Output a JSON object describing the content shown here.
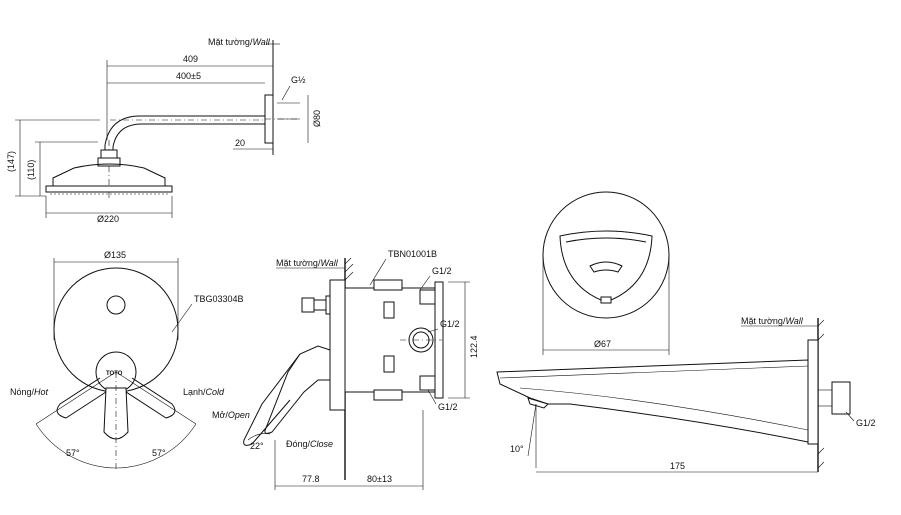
{
  "shower": {
    "wall_label_vi": "Mặt tường/",
    "wall_label_en": "Wall",
    "dim_overall": "409",
    "dim_arm": "400±5",
    "thread": "G½",
    "flange": "Ø80",
    "dim_20": "20",
    "height_147": "(147)",
    "height_110": "(110)",
    "head_diameter": "Ø220"
  },
  "mixer_front": {
    "plate_diameter": "Ø135",
    "part_no": "TBG03304B",
    "hot_vi": "Nóng/",
    "hot_en": "Hot",
    "cold_vi": "Lạnh/",
    "cold_en": "Cold",
    "angle_left": "57°",
    "angle_right": "57°",
    "brand": "TOTO"
  },
  "mixer_side": {
    "wall_label_vi": "Mặt tường/",
    "wall_label_en": "Wall",
    "body_part_no": "TBN01001B",
    "g_top": "G1/2",
    "g_mid": "G1/2",
    "g_bottom": "G1/2",
    "height": "122.4",
    "open_vi": "Mở/",
    "open_en": "Open",
    "close_vi": "Đóng/",
    "close_en": "Close",
    "angle": "22°",
    "dim_left": "77.8",
    "dim_right": "80±13"
  },
  "spout": {
    "flange_diameter": "Ø67",
    "wall_label_vi": "Mặt tường/",
    "wall_label_en": "Wall",
    "thread": "G1/2",
    "angle": "10°",
    "length": "175"
  }
}
